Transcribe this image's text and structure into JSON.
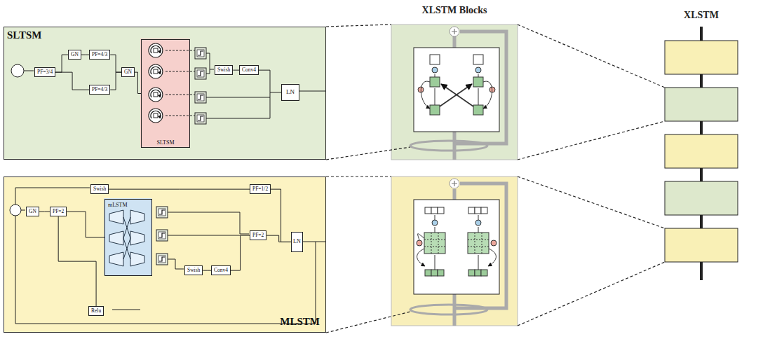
{
  "diagram": {
    "nodes": [
      {
        "text": [
          "SLTSM"
        ]
      },
      {
        "text": [
          "PF=3/4"
        ],
        "in": 0
      },
      {
        "text": [
          "GN"
        ],
        "in": 0
      },
      {
        "text": [
          "PF=4/3"
        ],
        "in": 0
      },
      {
        "text": [
          "PF=4/3"
        ],
        "in": 0
      },
      {
        "text": [
          "GN"
        ],
        "in": 0
      },
      {
        "text": [
          "SLTSM"
        ],
        "in": 0
      },
      {
        "text": [
          "Swish"
        ],
        "in": 0
      },
      {
        "text": [
          "Conv4"
        ],
        "in": 0
      },
      {
        "text": [
          "LN"
        ],
        "in": 0
      },
      {
        "text": [
          "MLSTM"
        ]
      },
      {
        "text": [
          "GN"
        ],
        "in": 10
      },
      {
        "text": [
          "Swish"
        ],
        "in": 10
      },
      {
        "text": [
          "PF=1/2"
        ],
        "in": 10
      },
      {
        "text": [
          "PF=2"
        ],
        "in": 10
      },
      {
        "text": [
          "mLSTM"
        ],
        "in": 10
      },
      {
        "text": [
          "LN"
        ],
        "in": 10
      },
      {
        "text": [
          "PF=2"
        ],
        "in": 10
      },
      {
        "text": [
          "Swish"
        ],
        "in": 10
      },
      {
        "text": [
          "Conv4"
        ],
        "in": 10
      },
      {
        "text": [
          "Relu"
        ],
        "in": 10
      }
    ],
    "edges": [
      {
        "from": 1,
        "to": 2,
        "arrow": "none"
      },
      {
        "from": 2,
        "to": 3,
        "arrow": "none"
      },
      {
        "from": 1,
        "to": 4,
        "arrow": "none"
      },
      {
        "from": 3,
        "to": 5,
        "arrow": "none"
      },
      {
        "from": 4,
        "to": 5,
        "arrow": "none"
      },
      {
        "from": 5,
        "to": 6,
        "arrow": "none"
      },
      {
        "from": 7,
        "to": 8,
        "arrow": "none"
      },
      {
        "from": 8,
        "to": 9,
        "arrow": "none"
      },
      {
        "from": 11,
        "to": 14,
        "arrow": "none"
      },
      {
        "from": 14,
        "to": 15,
        "arrow": "none"
      },
      {
        "from": 14,
        "to": 20,
        "arrow": "none"
      },
      {
        "from": 12,
        "to": 13,
        "arrow": "none"
      },
      {
        "from": 13,
        "to": 16,
        "arrow": "none"
      },
      {
        "from": 18,
        "to": 19,
        "arrow": "none"
      },
      {
        "from": 19,
        "to": 17,
        "arrow": "none"
      },
      {
        "from": 17,
        "to": 16,
        "arrow": "none"
      }
    ],
    "labels": [
      "XLSTM Blocks",
      "XLSTM"
    ]
  }
}
